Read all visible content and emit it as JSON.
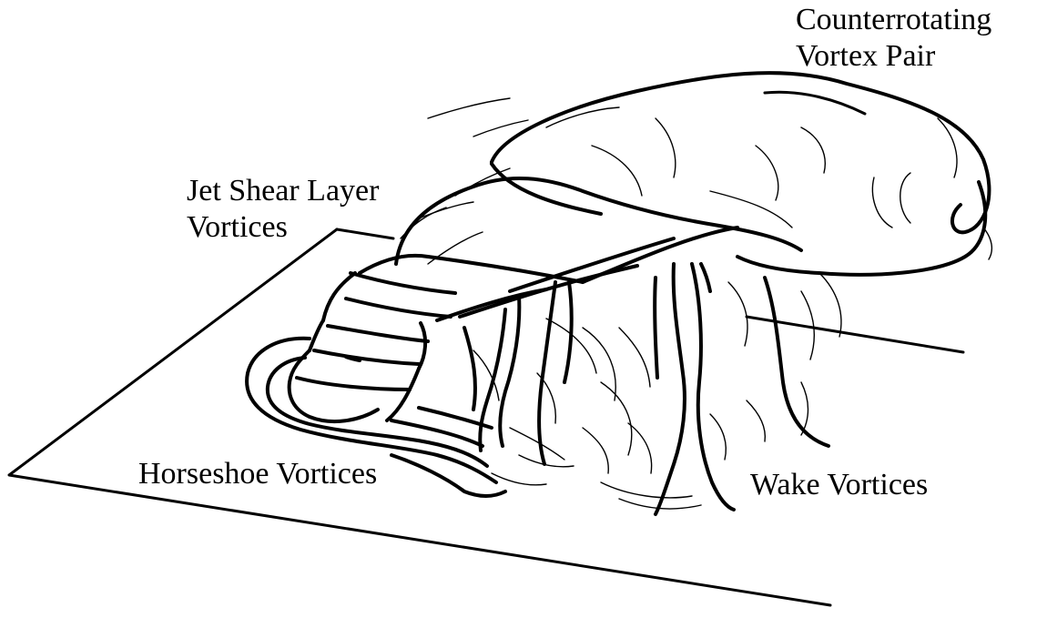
{
  "labels": {
    "counterrotating": [
      "Counterrotating",
      "Vortex Pair"
    ],
    "jet_shear": [
      "Jet Shear Layer",
      "Vortices"
    ],
    "horseshoe": "Horseshoe Vortices",
    "wake": "Wake Vortices"
  },
  "colors": {
    "ink": "#000000",
    "background": "#ffffff"
  }
}
